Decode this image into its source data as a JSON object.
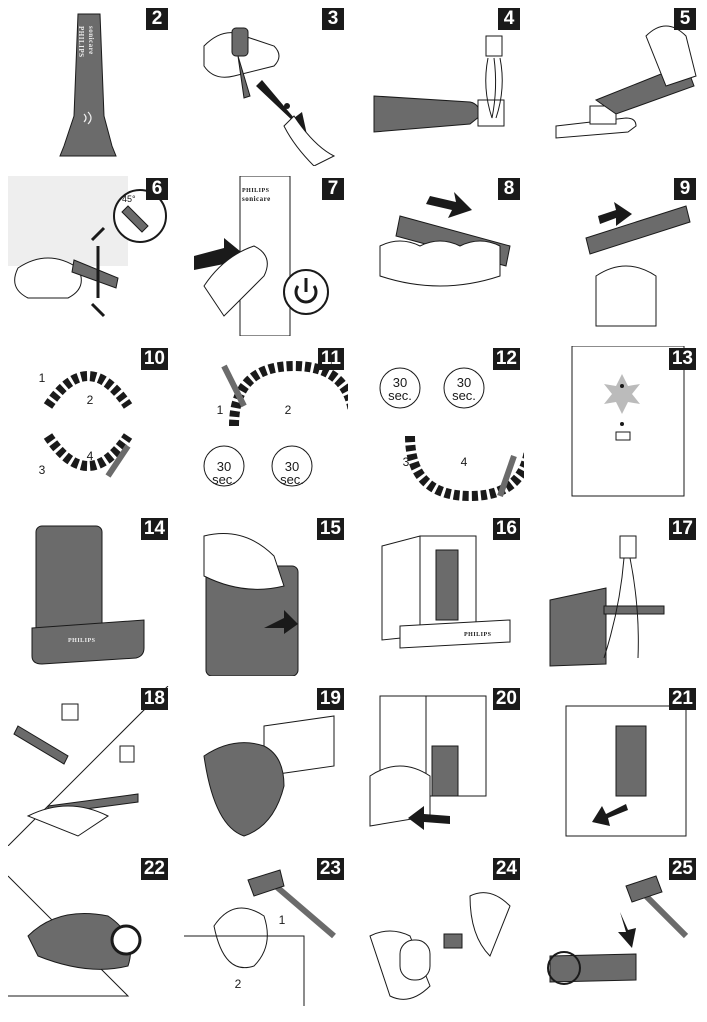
{
  "steps": [
    {
      "number": "2"
    },
    {
      "number": "3"
    },
    {
      "number": "4"
    },
    {
      "number": "5"
    },
    {
      "number": "6"
    },
    {
      "number": "7"
    },
    {
      "number": "8"
    },
    {
      "number": "9"
    },
    {
      "number": "10"
    },
    {
      "number": "11"
    },
    {
      "number": "12"
    },
    {
      "number": "13"
    },
    {
      "number": "14"
    },
    {
      "number": "15"
    },
    {
      "number": "16"
    },
    {
      "number": "17"
    },
    {
      "number": "18"
    },
    {
      "number": "19"
    },
    {
      "number": "20"
    },
    {
      "number": "21"
    },
    {
      "number": "22"
    },
    {
      "number": "23"
    },
    {
      "number": "24"
    },
    {
      "number": "25"
    }
  ],
  "labels": {
    "brand_top": "PHILIPS",
    "brand_bottom": "sonicare",
    "brand_charger": "PHILIPS",
    "angle": "45°",
    "sec_value": "30",
    "sec_unit": "sec.",
    "c1": "1",
    "c2": "2",
    "c3": "3",
    "c4": "4"
  },
  "colors": {
    "device": "#6b6b6b",
    "dark": "#555555",
    "light_bg": "#eeeeee",
    "ink": "#1a1a1a"
  }
}
